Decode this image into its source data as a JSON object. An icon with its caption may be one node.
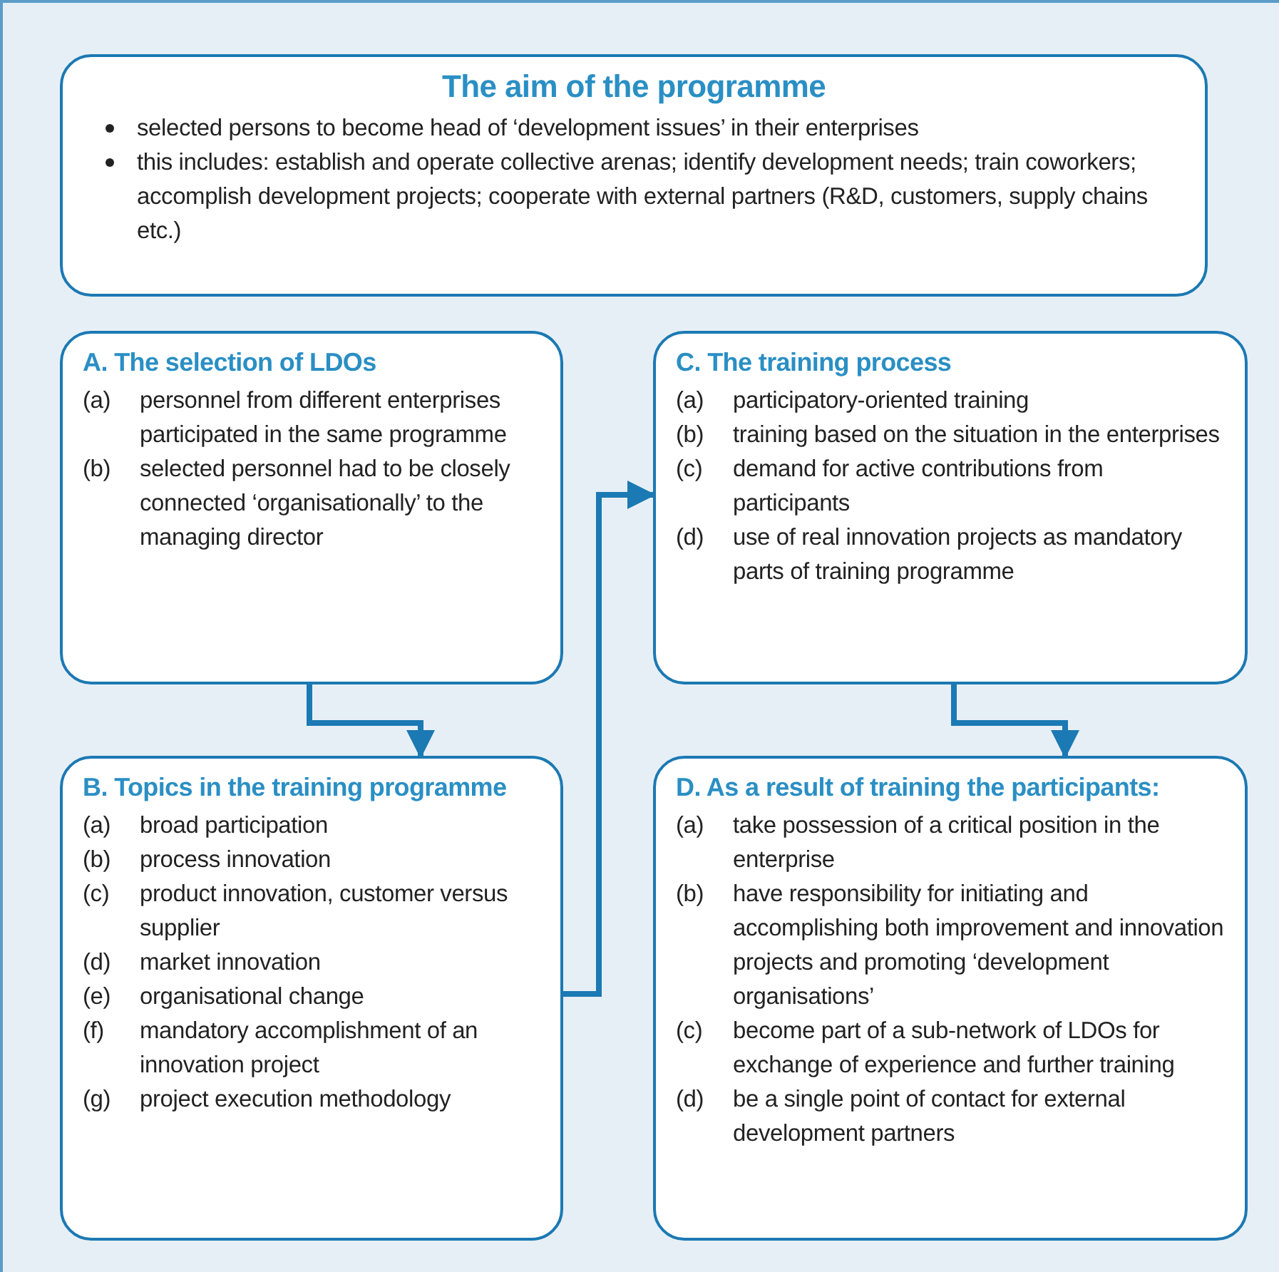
{
  "diagram": {
    "nodes": [
      {
        "text": [
          "The aim of the programme",
          "selected persons to become head of ‘development issues’ in their enterprises",
          "this includes: establish and operate collective arenas; identify development needs; train coworkers; accomplish development projects; cooperate with external partners (R&D, customers, supply chains etc.)"
        ]
      },
      {
        "text": [
          "A. The selection of LDOs",
          "(a) personnel from different enterprises participated in the same programme",
          "(b) selected personnel had to be closely connected ‘organisationally’ to the managing director"
        ]
      },
      {
        "text": [
          "C. The training process",
          "(a) participatory-oriented training",
          "(b) training based on the situation in the enterprises",
          "(c) demand for active contributions from participants",
          "(d) use of real innovation projects as mandatory parts of training programme"
        ]
      },
      {
        "text": [
          "B. Topics in the training programme",
          "(a) broad participation",
          "(b) process innovation",
          "(c) product innovation, customer versus supplier",
          "(d) market innovation",
          "(e) organisational change",
          "(f) mandatory accomplishment of an innovation project",
          "(g) project execution methodology"
        ]
      },
      {
        "text": [
          "D. As a result of training the participants:",
          "(a) take possession of a critical position in the enterprise",
          "(b) have responsibility for initiating and accomplishing both improvement and innovation projects and promoting ‘development organisations’",
          "(c) become part of a sub-network of LDOs for exchange of experience and further training",
          "(d) be a single point of contact for external development partners"
        ]
      }
    ],
    "edges": [
      {
        "from": 1,
        "to": 3,
        "arrow": "to"
      },
      {
        "from": 3,
        "to": 2,
        "arrow": "to"
      },
      {
        "from": 2,
        "to": 4,
        "arrow": "to"
      }
    ]
  }
}
